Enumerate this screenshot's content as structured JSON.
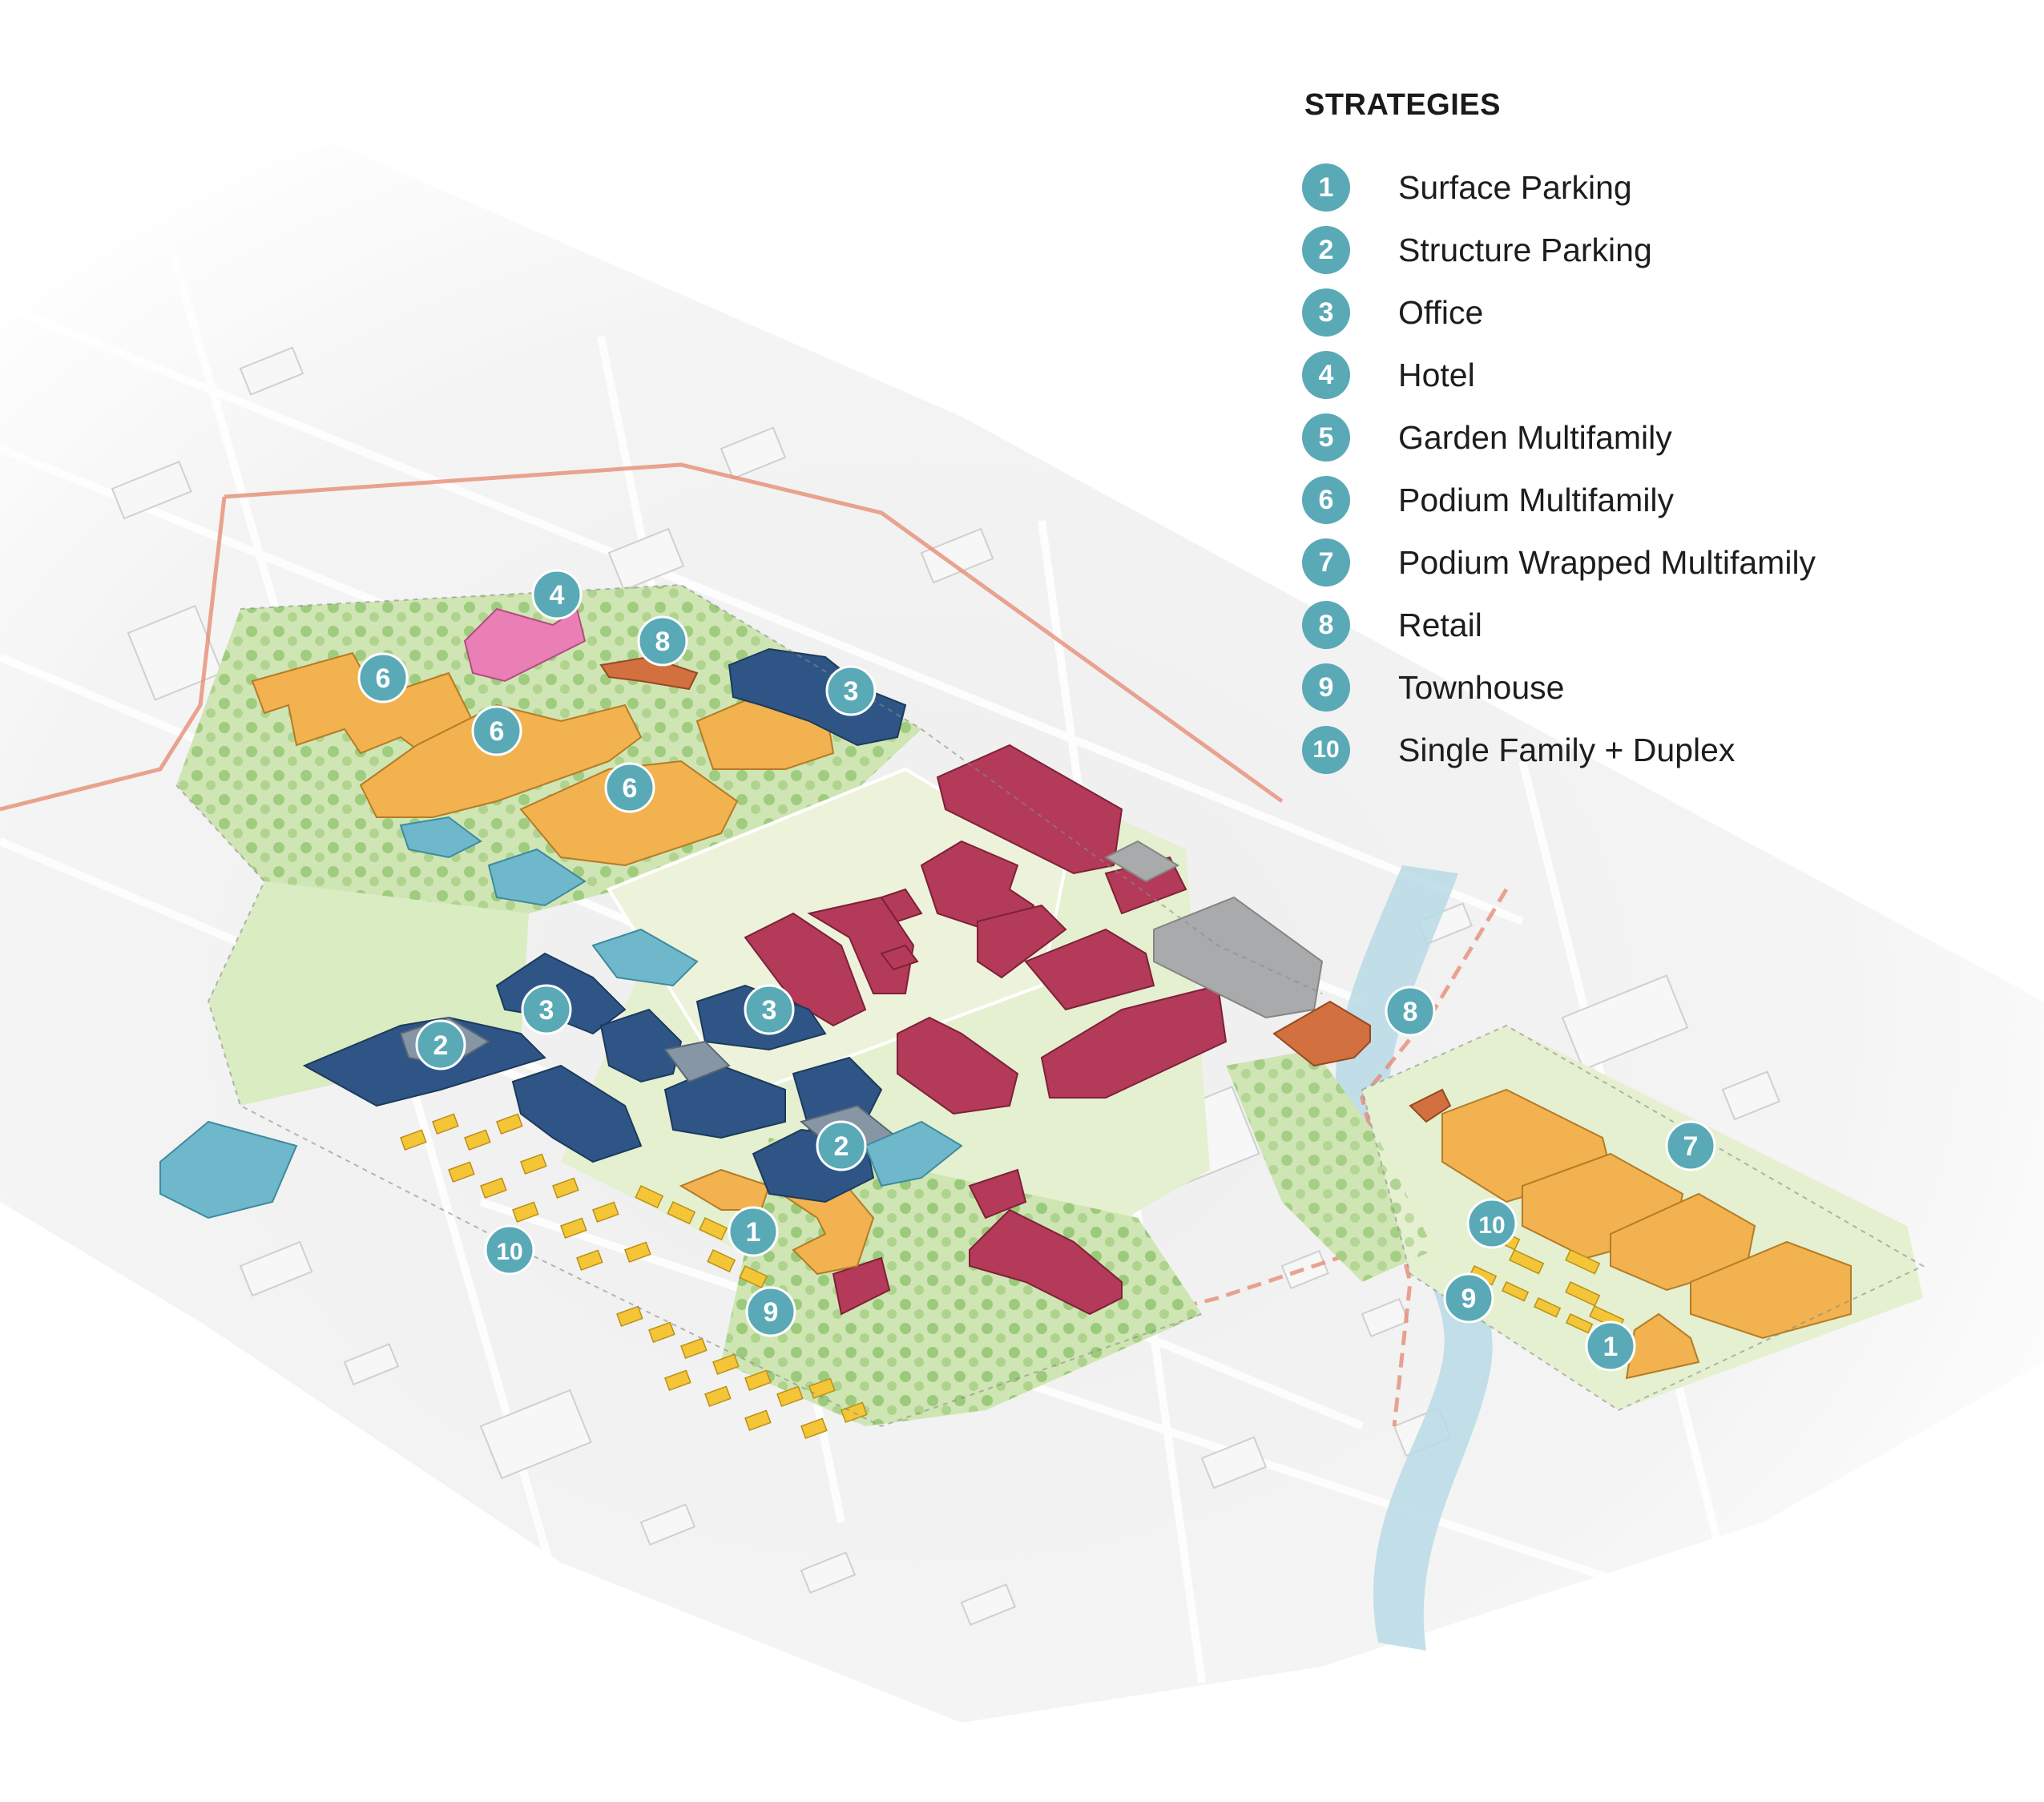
{
  "legend": {
    "title": "STRATEGIES",
    "badge_color": "#5aa9b6",
    "items": [
      {
        "num": "1",
        "label": "Surface Parking"
      },
      {
        "num": "2",
        "label": "Structure Parking"
      },
      {
        "num": "3",
        "label": "Office"
      },
      {
        "num": "4",
        "label": "Hotel"
      },
      {
        "num": "5",
        "label": "Garden Multifamily"
      },
      {
        "num": "6",
        "label": "Podium Multifamily"
      },
      {
        "num": "7",
        "label": "Podium Wrapped Multifamily"
      },
      {
        "num": "8",
        "label": "Retail"
      },
      {
        "num": "9",
        "label": "Townhouse"
      },
      {
        "num": "10",
        "label": "Single Family + Duplex"
      }
    ]
  },
  "colors": {
    "podium_multifamily": "#f1b24f",
    "office": "#2e5585",
    "hotel": "#ea7fb5",
    "retail": "#d3703f",
    "mixed_use": "#b33a58",
    "garden_multifamily": "#6fb8cc",
    "structure_parking": "#8796a4",
    "single_family": "#f5c538",
    "existing_grey": "#a9aaab",
    "green_space": "#9cc86f",
    "river": "#b9dbe6",
    "trail": "#e5876d"
  },
  "map_labels": [
    {
      "num": "4"
    },
    {
      "num": "8"
    },
    {
      "num": "6"
    },
    {
      "num": "6"
    },
    {
      "num": "6"
    },
    {
      "num": "3"
    },
    {
      "num": "3"
    },
    {
      "num": "3"
    },
    {
      "num": "2"
    },
    {
      "num": "2"
    },
    {
      "num": "8"
    },
    {
      "num": "7"
    },
    {
      "num": "10"
    },
    {
      "num": "1"
    },
    {
      "num": "9"
    },
    {
      "num": "10"
    },
    {
      "num": "9"
    },
    {
      "num": "1"
    }
  ]
}
